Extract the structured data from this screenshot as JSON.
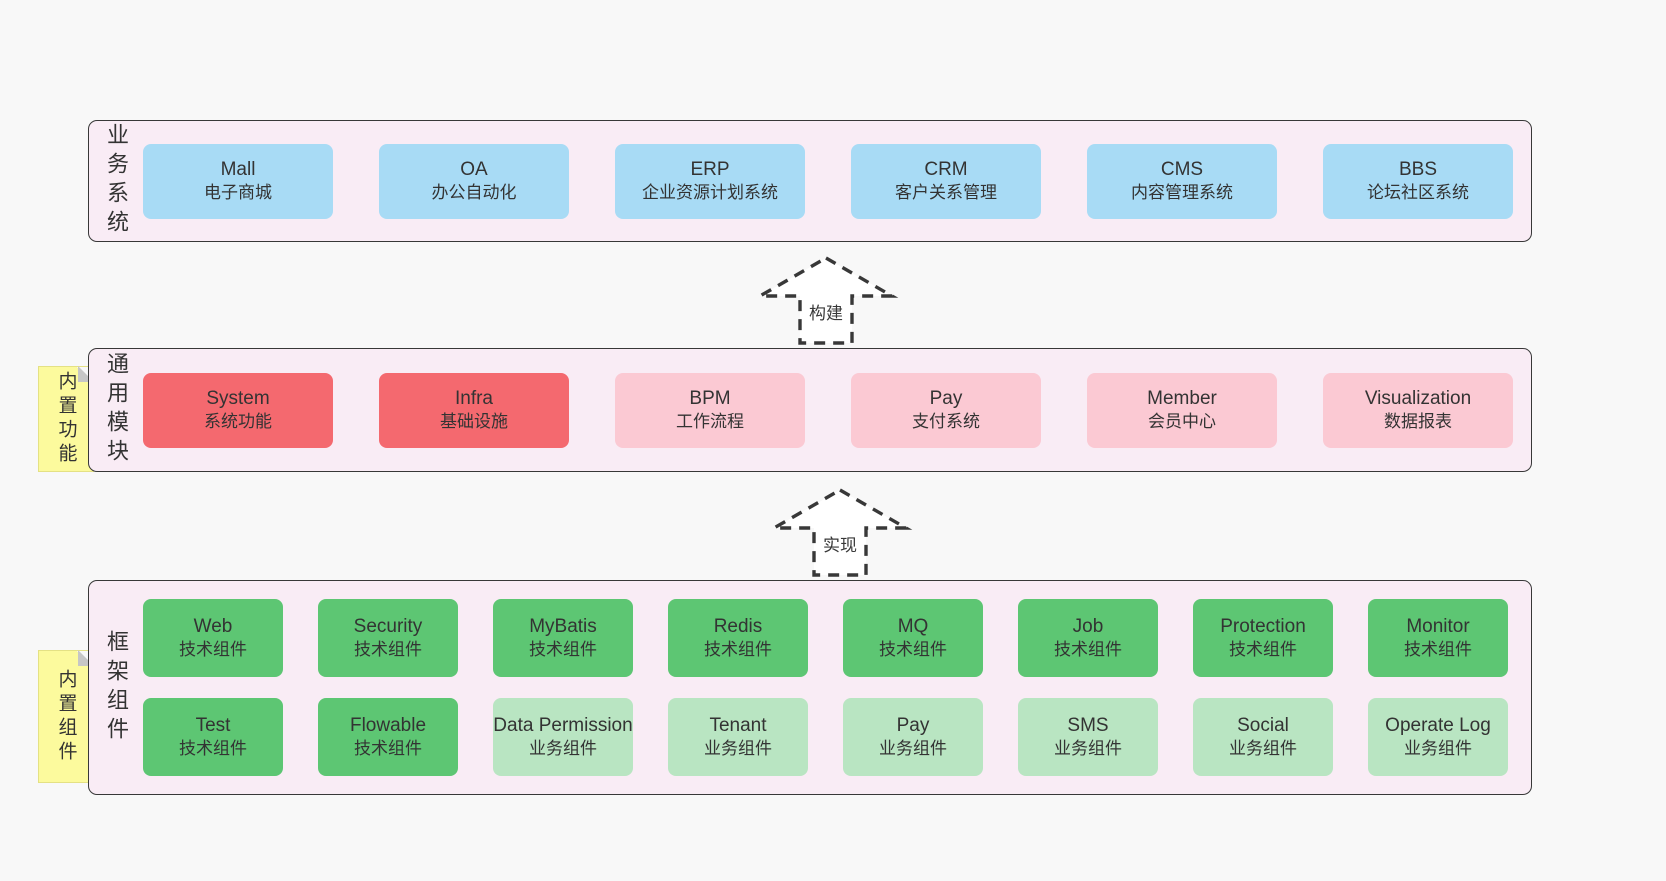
{
  "colors": {
    "page-bg": "#f8f8f8",
    "band-bg": "#f9ecf5",
    "line": "#383838",
    "text": "#333333",
    "blue": "#a8dbf5",
    "red": "#f4696f",
    "pink": "#fbc9d3",
    "green": "#5dc673",
    "green-light": "#b9e5c2",
    "sticky": "#fcfa9d",
    "sticky-border": "#e4e184",
    "fold": "#c6c6c6"
  },
  "bands": [
    {
      "label": "业务系统",
      "boxes": [
        {
          "title": "Mall",
          "subtitle": "电子商城",
          "variant": "blue"
        },
        {
          "title": "OA",
          "subtitle": "办公自动化",
          "variant": "blue"
        },
        {
          "title": "ERP",
          "subtitle": "企业资源计划系统",
          "variant": "blue"
        },
        {
          "title": "CRM",
          "subtitle": "客户关系管理",
          "variant": "blue"
        },
        {
          "title": "CMS",
          "subtitle": "内容管理系统",
          "variant": "blue"
        },
        {
          "title": "BBS",
          "subtitle": "论坛社区系统",
          "variant": "blue"
        }
      ]
    },
    {
      "label": "通用模块",
      "note": "内置功能",
      "boxes": [
        {
          "title": "System",
          "subtitle": "系统功能",
          "variant": "red"
        },
        {
          "title": "Infra",
          "subtitle": "基础设施",
          "variant": "red"
        },
        {
          "title": "BPM",
          "subtitle": "工作流程",
          "variant": "pink"
        },
        {
          "title": "Pay",
          "subtitle": "支付系统",
          "variant": "pink"
        },
        {
          "title": "Member",
          "subtitle": "会员中心",
          "variant": "pink"
        },
        {
          "title": "Visualization",
          "subtitle": "数据报表",
          "variant": "pink"
        }
      ]
    },
    {
      "label": "框架组件",
      "note": "内置组件",
      "rows": [
        [
          {
            "title": "Web",
            "subtitle": "技术组件",
            "variant": "green"
          },
          {
            "title": "Security",
            "subtitle": "技术组件",
            "variant": "green"
          },
          {
            "title": "MyBatis",
            "subtitle": "技术组件",
            "variant": "green"
          },
          {
            "title": "Redis",
            "subtitle": "技术组件",
            "variant": "green"
          },
          {
            "title": "MQ",
            "subtitle": "技术组件",
            "variant": "green"
          },
          {
            "title": "Job",
            "subtitle": "技术组件",
            "variant": "green"
          },
          {
            "title": "Protection",
            "subtitle": "技术组件",
            "variant": "green"
          },
          {
            "title": "Monitor",
            "subtitle": "技术组件",
            "variant": "green"
          }
        ],
        [
          {
            "title": "Test",
            "subtitle": "技术组件",
            "variant": "green"
          },
          {
            "title": "Flowable",
            "subtitle": "技术组件",
            "variant": "green"
          },
          {
            "title": "Data Permission",
            "subtitle": "业务组件",
            "variant": "green-light"
          },
          {
            "title": "Tenant",
            "subtitle": "业务组件",
            "variant": "green-light"
          },
          {
            "title": "Pay",
            "subtitle": "业务组件",
            "variant": "green-light"
          },
          {
            "title": "SMS",
            "subtitle": "业务组件",
            "variant": "green-light"
          },
          {
            "title": "Social",
            "subtitle": "业务组件",
            "variant": "green-light"
          },
          {
            "title": "Operate Log",
            "subtitle": "业务组件",
            "variant": "green-light"
          }
        ]
      ]
    }
  ],
  "arrows": [
    {
      "label": "构建"
    },
    {
      "label": "实现"
    }
  ]
}
